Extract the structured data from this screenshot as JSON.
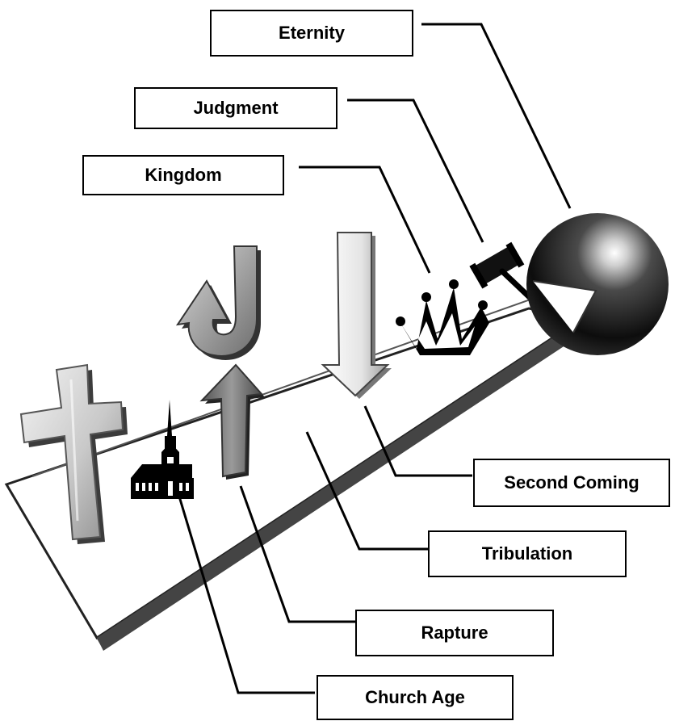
{
  "labels": {
    "eternity": "Eternity",
    "judgment": "Judgment",
    "kingdom": "Kingdom",
    "second_coming": "Second Coming",
    "tribulation": "Tribulation",
    "rapture": "Rapture",
    "church_age": "Church Age"
  },
  "icons": {
    "cross": "cross-icon",
    "church": "church-icon",
    "up_arrow": "up-arrow-icon",
    "return_arrow": "u-turn-arrow-icon",
    "down_arrow": "down-arrow-icon",
    "crown": "crown-icon",
    "gavel": "gavel-icon",
    "sphere": "sphere-icon"
  },
  "colors": {
    "line": "#000000",
    "box_border": "#000000",
    "platform_shadow": "#3a3a3a"
  }
}
